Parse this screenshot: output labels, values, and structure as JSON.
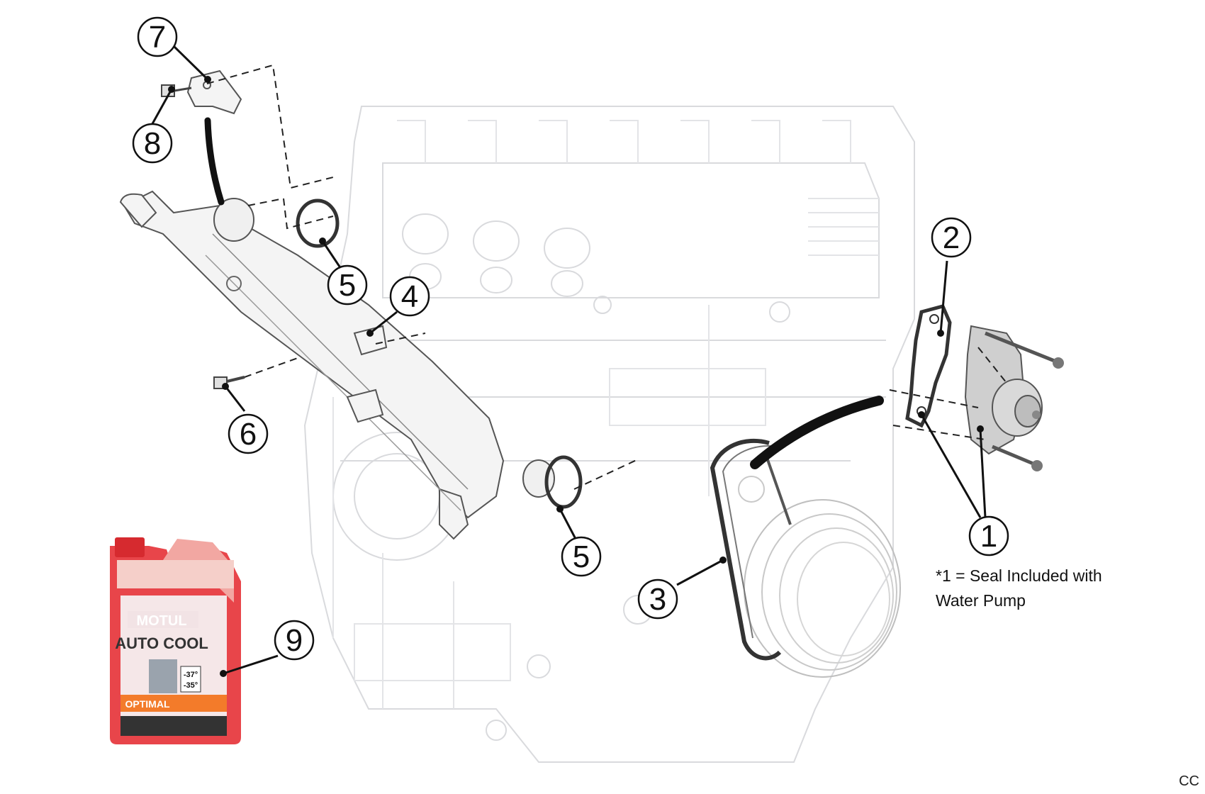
{
  "note": {
    "line1": "*1 = Seal Included with",
    "line2": "Water Pump"
  },
  "corner_label": "CC",
  "bottle": {
    "brand": "MOTUL",
    "product_line1": "AUTO COOL",
    "grade": "OPTIMAL",
    "temp1": "-37°",
    "temp2": "-35°"
  },
  "callouts": [
    {
      "id": "c7",
      "label": "7"
    },
    {
      "id": "c8",
      "label": "8"
    },
    {
      "id": "c5a",
      "label": "5"
    },
    {
      "id": "c4",
      "label": "4"
    },
    {
      "id": "c6",
      "label": "6"
    },
    {
      "id": "c5b",
      "label": "5"
    },
    {
      "id": "c2",
      "label": "2"
    },
    {
      "id": "c1",
      "label": "1"
    },
    {
      "id": "c3",
      "label": "3"
    },
    {
      "id": "c9",
      "label": "9"
    }
  ]
}
